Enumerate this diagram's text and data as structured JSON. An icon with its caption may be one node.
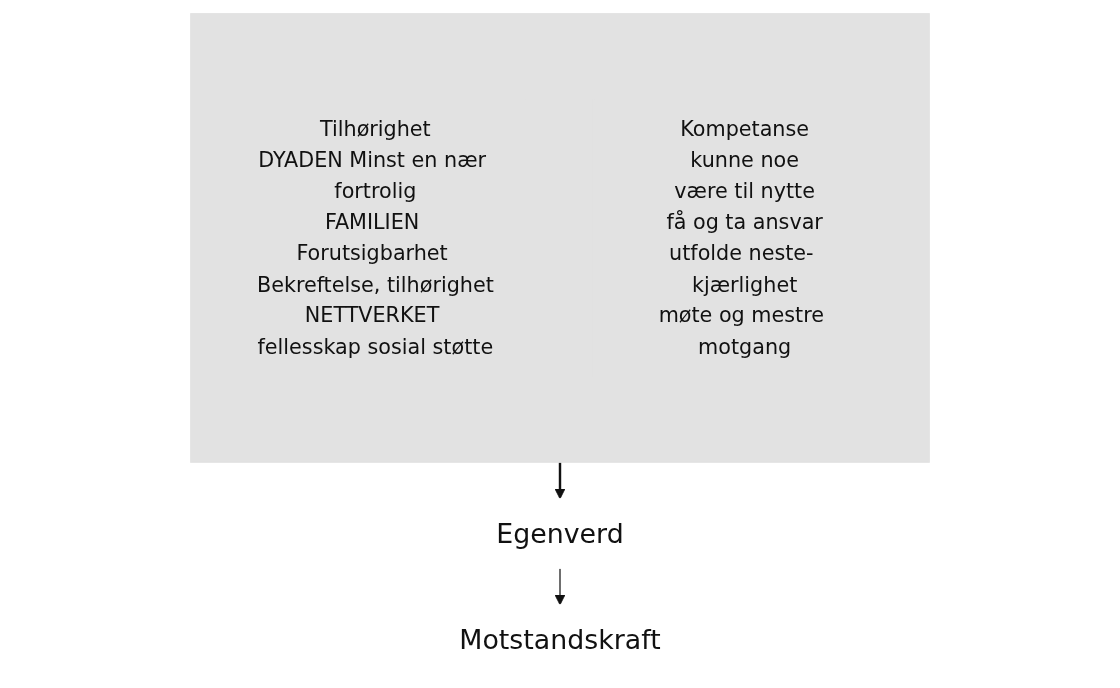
{
  "diagram": {
    "nodes": [
      {
        "text": [],
        "shape": "box"
      },
      {
        "text": [
          "Tilhørighet",
          "DYADEN Minst en nær fortrolig",
          "FAMILIEN Forutsigbarhet Bekreftelse, tilhørighet",
          "NETTVERKET fellesskap sosial støtte"
        ],
        "in": 0
      },
      {
        "text": [
          "Kompetanse",
          "kunne noe",
          "være til nytte",
          "få og ta ansvar",
          "utfolde neste- kjærlighet",
          "møte og mestre motgang"
        ],
        "in": 0
      },
      {
        "text": [
          "Egenverd"
        ]
      },
      {
        "text": [
          "Motstandskraft"
        ]
      }
    ],
    "edges": [
      {
        "from": 0,
        "to": 3,
        "arrow": "to"
      },
      {
        "from": 3,
        "to": 4,
        "arrow": "to"
      }
    ]
  }
}
